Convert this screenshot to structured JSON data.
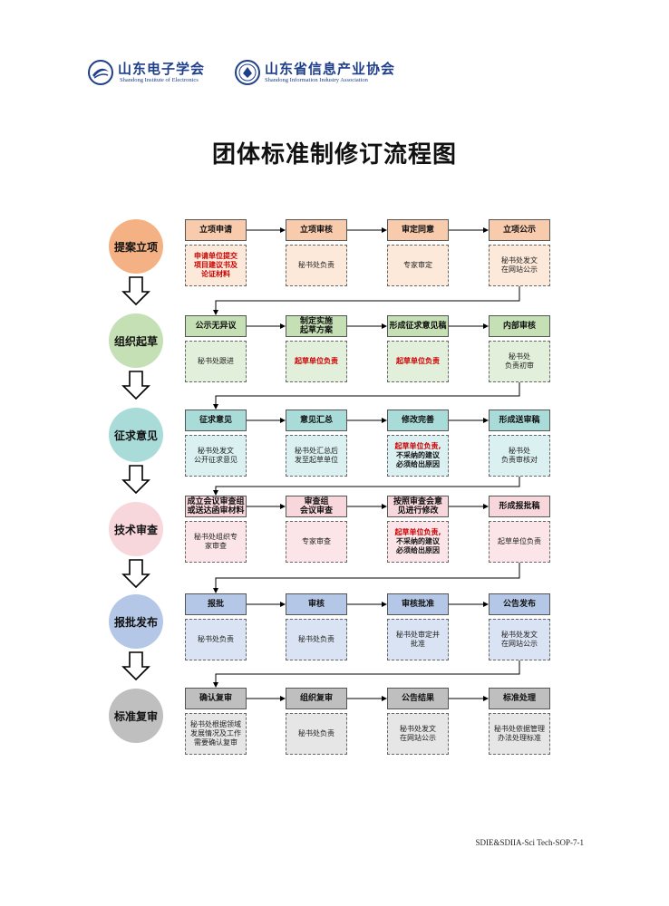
{
  "header": {
    "logo1": {
      "cn": "山东电子学会",
      "en": "Shandong Institute of Electronics"
    },
    "logo2": {
      "cn": "山东省信息产业协会",
      "en": "Shandong Information Industry Association"
    }
  },
  "title": "团体标准制修订流程图",
  "colors": {
    "stage1": "#f4b183",
    "stage2": "#c5e0b4",
    "stage3": "#a9dcd9",
    "stage4": "#f8d7dc",
    "stage5": "#b4c7e7",
    "stage6": "#bfbfbf",
    "box1": "#f8cbad",
    "box2": "#c5e0b4",
    "box3": "#a9dcd9",
    "box4": "#f8d7dc",
    "box5": "#b4c7e7",
    "box6": "#bfbfbf",
    "sub1": "#fde9d9",
    "sub2": "#e2efda",
    "sub3": "#dbf1f1",
    "sub4": "#fbe5e8",
    "sub5": "#dae3f3",
    "sub6": "#e7e6e6"
  },
  "stages": [
    {
      "label": "提案立项",
      "steps": [
        {
          "title": "立项申请",
          "note": "申请单位提交\n项目建议书及\n论证材料",
          "style": "red"
        },
        {
          "title": "立项审核",
          "note": "秘书处负责",
          "style": "plain"
        },
        {
          "title": "审定同意",
          "note": "专家审定",
          "style": "plain"
        },
        {
          "title": "立项公示",
          "note": "秘书处发文\n在网站公示",
          "style": "plain"
        }
      ]
    },
    {
      "label": "组织起草",
      "steps": [
        {
          "title": "公示无异议",
          "note": "秘书处跟进",
          "style": "plain"
        },
        {
          "title": "制定实施\n起草方案",
          "note": "起草单位负责",
          "style": "red"
        },
        {
          "title": "形成征求意见稿",
          "note": "起草单位负责",
          "style": "red"
        },
        {
          "title": "内部审核",
          "note": "秘书处\n负责初审",
          "style": "plain"
        }
      ]
    },
    {
      "label": "征求意见",
      "steps": [
        {
          "title": "征求意见",
          "note": "秘书处发文\n公开征求意见",
          "style": "plain"
        },
        {
          "title": "意见汇总",
          "note": "秘书处汇总后\n发至起草单位",
          "style": "plain"
        },
        {
          "title": "修改完善",
          "note_red": "起草单位负责,",
          "note_rest": "不采纳的建议\n必须给出原因",
          "style": "mixed"
        },
        {
          "title": "形成送审稿",
          "note": "秘书处\n负责审核对",
          "style": "plain"
        }
      ]
    },
    {
      "label": "技术审查",
      "steps": [
        {
          "title": "成立会议审查组\n或送达函审材料",
          "note": "秘书处组织专\n家审查",
          "style": "plain"
        },
        {
          "title": "审查组\n会议审查",
          "note": "专家审查",
          "style": "plain"
        },
        {
          "title": "按照审查会意\n见进行修改",
          "note_red": "起草单位负责,",
          "note_rest": "不采纳的建议\n必须给出原因",
          "style": "mixed"
        },
        {
          "title": "形成报批稿",
          "note": "起草单位负责",
          "style": "plain"
        }
      ]
    },
    {
      "label": "报批发布",
      "steps": [
        {
          "title": "报批",
          "note": "秘书处负责",
          "style": "plain"
        },
        {
          "title": "审核",
          "note": "秘书处负责",
          "style": "plain"
        },
        {
          "title": "审核批准",
          "note": "秘书处审定并\n批准",
          "style": "plain"
        },
        {
          "title": "公告发布",
          "note": "秘书处发文\n在网站公示",
          "style": "plain"
        }
      ]
    },
    {
      "label": "标准复审",
      "steps": [
        {
          "title": "确认复审",
          "note": "秘书处根据领域\n发展情况及工作\n需要确认复审",
          "style": "plain"
        },
        {
          "title": "组织复审",
          "note": "秘书处负责",
          "style": "plain"
        },
        {
          "title": "公告结果",
          "note": "秘书处发文\n在网站公示",
          "style": "plain"
        },
        {
          "title": "标准处理",
          "note": "秘书处依据管理\n办法处理标准",
          "style": "plain"
        }
      ]
    }
  ],
  "footer": "SDIE&SDIIA-Sci Tech-SOP-7-1"
}
